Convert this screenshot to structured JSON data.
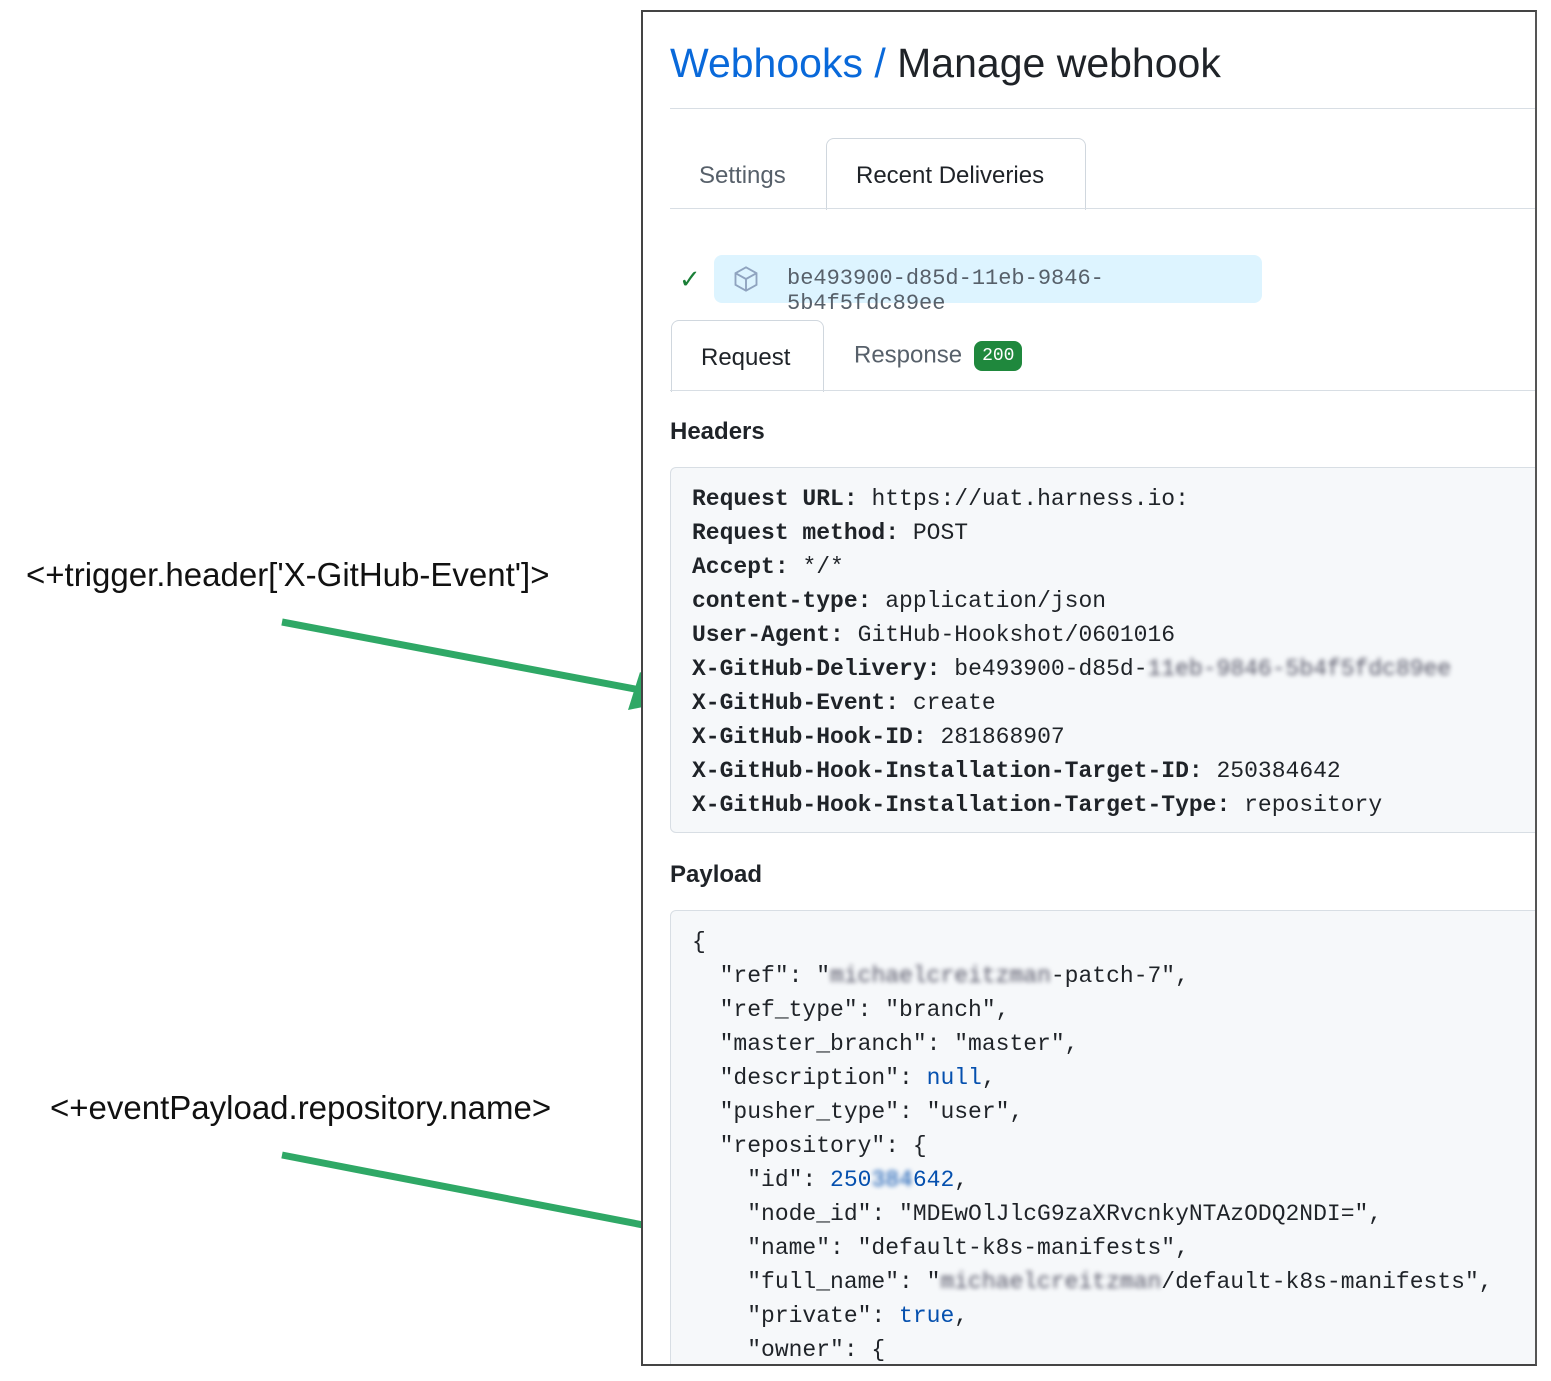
{
  "annotations": {
    "event_header": "<+trigger.header['X-GitHub-Event']>",
    "repo_name": "<+eventPayload.repository.name>",
    "arrow_color": "#2fa866"
  },
  "header": {
    "breadcrumb_link": "Webhooks",
    "separator": " / ",
    "title": "Manage webhook"
  },
  "tabs": [
    {
      "label": "Settings",
      "active": false
    },
    {
      "label": "Recent Deliveries",
      "active": true
    }
  ],
  "delivery": {
    "status_icon": "check-icon",
    "type_icon": "package-icon",
    "guid": "be493900-d85d-11eb-9846-5b4f5fdc89ee"
  },
  "sub_tabs": {
    "request": "Request",
    "response": "Response",
    "response_status": "200"
  },
  "headers": {
    "label": "Headers",
    "rows": [
      {
        "key": "Request URL:",
        "value": "https://uat.harness.io:"
      },
      {
        "key": "Request method:",
        "value": "POST"
      },
      {
        "key": "Accept:",
        "value": "*/*"
      },
      {
        "key": "content-type:",
        "value": "application/json"
      },
      {
        "key": "User-Agent:",
        "value": "GitHub-Hookshot/0601016"
      },
      {
        "key": "X-GitHub-Delivery:",
        "value": "be493900-d85d-",
        "redacted": "11eb-9846-5b4f5fdc89ee"
      },
      {
        "key": "X-GitHub-Event:",
        "value": "create"
      },
      {
        "key": "X-GitHub-Hook-ID:",
        "value": "281868907"
      },
      {
        "key": "X-GitHub-Hook-Installation-Target-ID:",
        "value": "250384642"
      },
      {
        "key": "X-GitHub-Hook-Installation-Target-Type:",
        "value": "repository"
      }
    ]
  },
  "payload": {
    "label": "Payload",
    "lines": {
      "open": "{",
      "ref_key": "  \"ref\": \"",
      "ref_redacted": "michaelcreitzman",
      "ref_tail": "-patch-7\",",
      "ref_type": "  \"ref_type\": \"branch\",",
      "master_branch": "  \"master_branch\": \"master\",",
      "description_key": "  \"description\": ",
      "description_val": "null",
      "pusher_type": "  \"pusher_type\": \"user\",",
      "repository": "  \"repository\": {",
      "id_key": "    \"id\": ",
      "id_a": "250",
      "id_redacted": "384",
      "id_b": "642",
      "node_id": "    \"node_id\": \"MDEwOlJlcG9zaXRvcnkyNTAzODQ2NDI=\",",
      "name": "    \"name\": \"default-k8s-manifests\",",
      "full_name_key": "    \"full_name\": \"",
      "full_name_redacted": "michaelcreitzman",
      "full_name_tail": "/default-k8s-manifests\",",
      "private_key": "    \"private\": ",
      "private_val": "true",
      "owner": "    \"owner\": {"
    }
  }
}
